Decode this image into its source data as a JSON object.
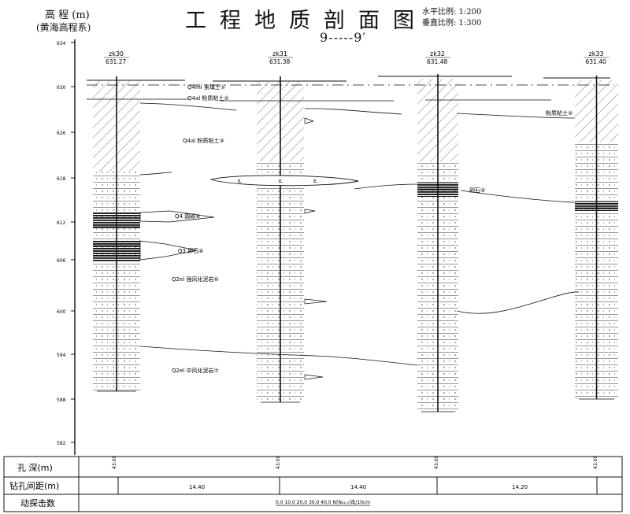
{
  "header": {
    "title": "工程地质剖面图",
    "section": "9-----9′",
    "h_scale": "水平比例: 1:200",
    "v_scale": "垂直比例: 1:300"
  },
  "axis": {
    "label_line1": "高 程 (m)",
    "label_line2": "(黄海高程系)",
    "ticks": [
      "634",
      "630",
      "626",
      "618",
      "612",
      "606",
      "600",
      "594",
      "588",
      "582"
    ]
  },
  "boreholes": [
    {
      "id": "zk30",
      "elev": "631.27"
    },
    {
      "id": "zk31",
      "elev": "631.38"
    },
    {
      "id": "zk32",
      "elev": "631.48"
    },
    {
      "id": "zk33",
      "elev": "631.40"
    }
  ],
  "bottom_table": {
    "rows": [
      "孔 深(m)",
      "钻孔间距(m)",
      "动探击数"
    ],
    "depths": [
      "43.00",
      "43.00",
      "43.00",
      "43.00"
    ],
    "spacings": [
      "14.40",
      "14.40",
      "14.20"
    ],
    "blow_legend": "0,0  10,0  20,0  30,0  40,0 N(N₆₃.₅)击/10cm"
  },
  "layer_labels": [
    "Q4ml 素填土①",
    "Q4al 粉质粘土②",
    "Q4al 粉质粘土③",
    "Q4 圆砾④",
    "Q3 卵石④",
    "Q2el 强风化泥岩⑥",
    "Q2el 中风化泥岩⑦",
    "粉质粘土②",
    "卵石⑤"
  ]
}
